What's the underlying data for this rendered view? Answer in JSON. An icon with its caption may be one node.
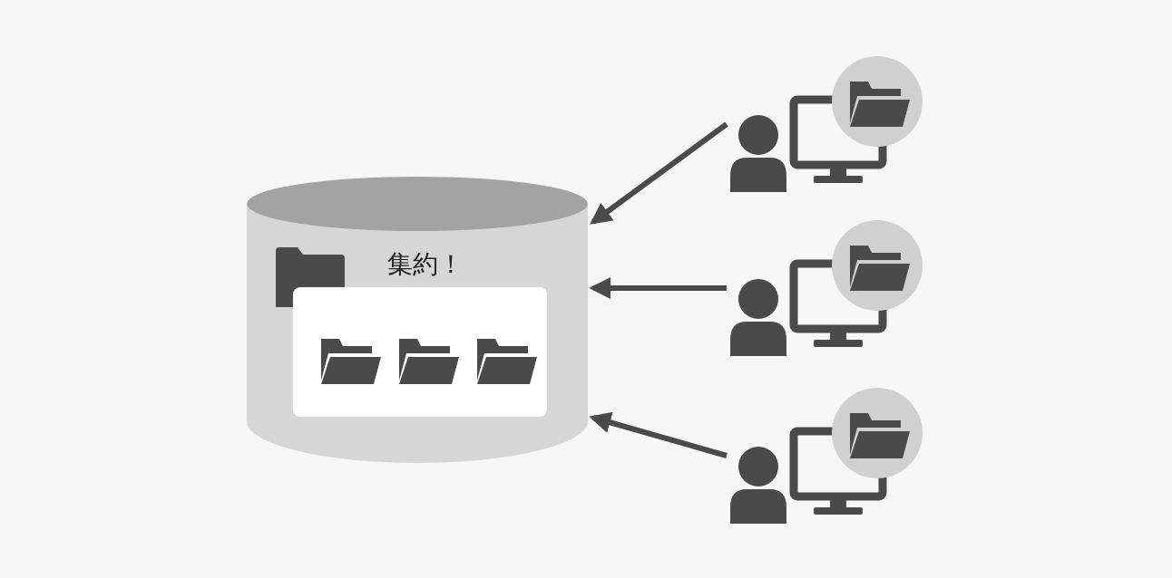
{
  "diagram": {
    "nodes": [
      {
        "text": [
          "集約！"
        ]
      },
      {
        "text": [],
        "shape": "picture"
      },
      {
        "text": [],
        "shape": "picture"
      },
      {
        "text": [],
        "shape": "picture"
      }
    ],
    "edges": [
      {
        "from": 1,
        "to": 0,
        "arrow": "to"
      },
      {
        "from": 2,
        "to": 0,
        "arrow": "to"
      },
      {
        "from": 3,
        "to": 0,
        "arrow": "to"
      }
    ]
  }
}
